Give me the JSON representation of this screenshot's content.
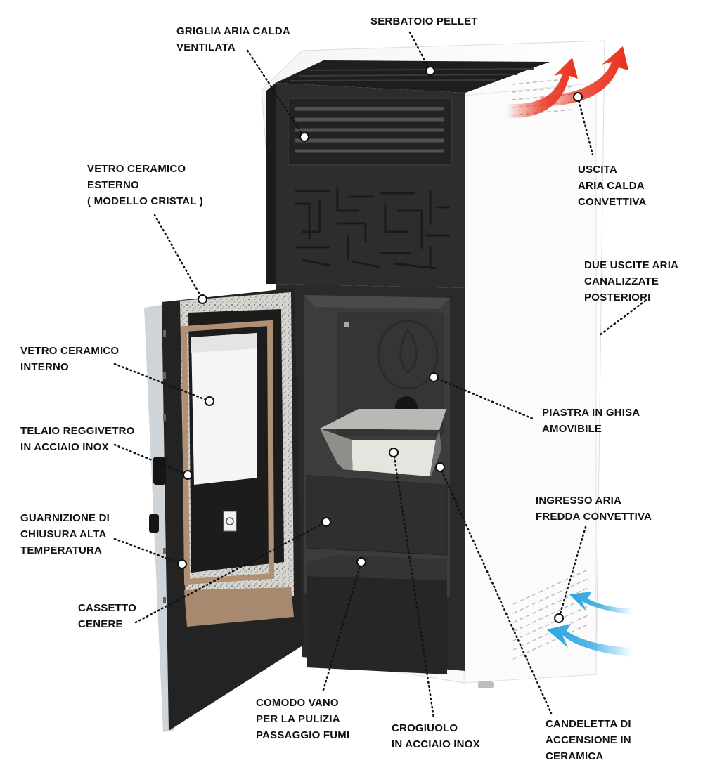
{
  "labels": {
    "serbatoio": [
      "SERBATOIO PELLET"
    ],
    "griglia": [
      "GRIGLIA ARIA CALDA",
      "VENTILATA"
    ],
    "uscita": [
      "USCITA",
      "ARIA CALDA",
      "CONVETTIVA"
    ],
    "vetro_esterno": [
      "VETRO CERAMICO",
      "ESTERNO",
      "( MODELLO CRISTAL )"
    ],
    "due_uscite": [
      "DUE USCITE ARIA",
      "CANALIZZATE",
      "POSTERIORI"
    ],
    "vetro_interno": [
      "VETRO CERAMICO",
      "INTERNO"
    ],
    "piastra": [
      "PIASTRA IN GHISA",
      "AMOVIBILE"
    ],
    "telaio": [
      "TELAIO REGGIVETRO",
      "IN ACCIAIO INOX"
    ],
    "ingresso": [
      "INGRESSO ARIA",
      "FREDDA CONVETTIVA"
    ],
    "guarnizione": [
      "GUARNIZIONE DI",
      "CHIUSURA ALTA",
      "TEMPERATURA"
    ],
    "cassetto": [
      "CASSETTO",
      "CENERE"
    ],
    "vano": [
      "COMODO VANO",
      "PER LA PULIZIA",
      "PASSAGGIO FUMI"
    ],
    "crogiuolo": [
      "CROGIUOLO",
      "IN ACCIAIO INOX"
    ],
    "candeletta": [
      "CANDELETTA DI",
      "ACCENSIONE IN",
      "CERAMICA"
    ]
  },
  "colors": {
    "label_text": "#111111",
    "stove_body": "#ffffff",
    "stove_dark": "#2b2b2b",
    "firebox": "#3a3a3a",
    "hot_air_arrow": "#e8301c",
    "cold_air_arrow": "#2aa4e0",
    "gasket": "#c9c9c4",
    "frame": "#b08f72"
  },
  "icons": {
    "hot_air": "red-arrow-icon",
    "cold_air": "blue-arrow-icon",
    "callout_marker": "circle-dot-icon"
  }
}
